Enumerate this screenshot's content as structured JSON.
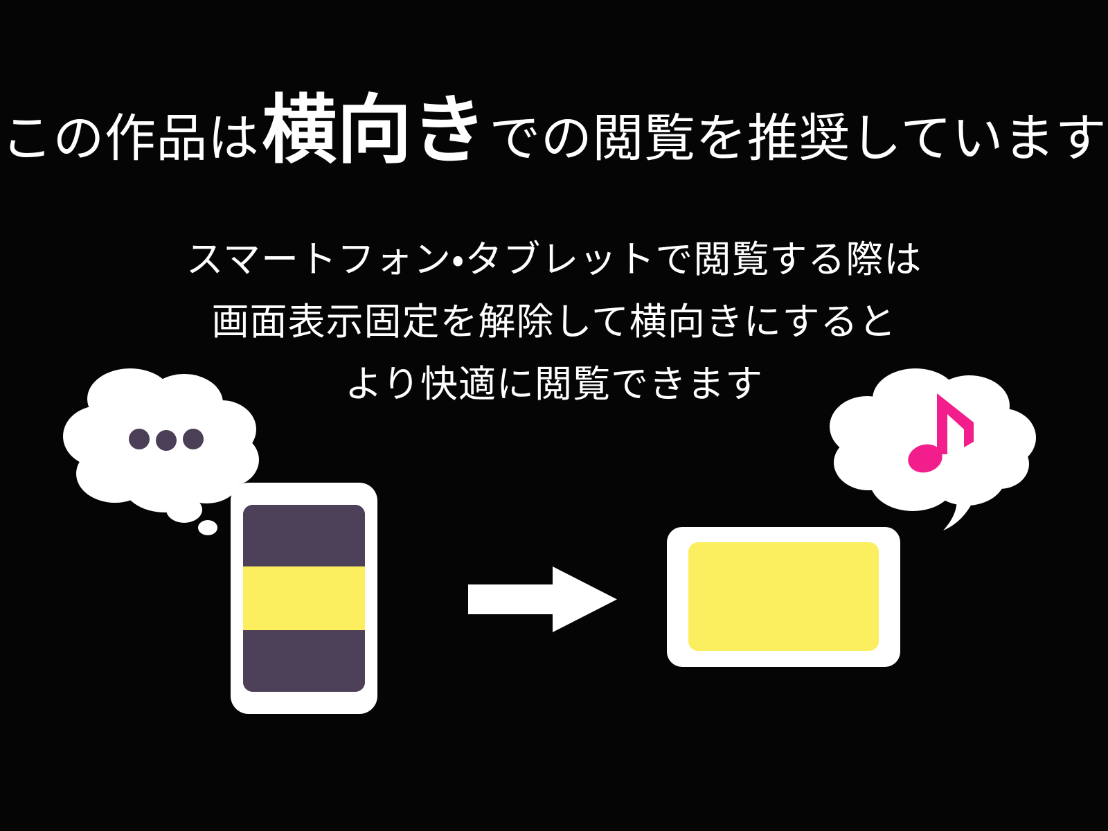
{
  "page": {
    "background_color": "#050505",
    "text_color": "#ffffff"
  },
  "title": {
    "prefix": "この作品は",
    "emphasis": "横向き",
    "suffix": "での閲覧を推奨しています",
    "full_text": "この作品は横向きでの閲覧を推奨しています"
  },
  "body": {
    "lines": [
      "スマートフォン・タブレットで閲覧する際は",
      "画面表示固定を解除して横向きにすると",
      "より快適に閲覧できます"
    ]
  },
  "illustration": {
    "thought_bubble_left": {
      "icon": "ellipsis-dots-icon",
      "dot_count": 3,
      "dot_color": "#4a3f56",
      "bubble_color": "#ffffff",
      "tail": "trailing-dots"
    },
    "speech_bubble_right": {
      "icon": "music-note-icon",
      "glyph": "♪",
      "note_color": "#f21e8c",
      "bubble_color": "#ffffff",
      "tail": "curved-hook"
    },
    "phone": {
      "orientation": "portrait",
      "frame_color": "#ffffff",
      "screen_top_color": "#4d4059",
      "screen_band_color": "#fbee5f",
      "screen_bottom_color": "#4d4059"
    },
    "tablet": {
      "orientation": "landscape",
      "frame_color": "#ffffff",
      "screen_color": "#fbee5f"
    },
    "arrow": {
      "direction": "right",
      "color": "#ffffff"
    }
  }
}
